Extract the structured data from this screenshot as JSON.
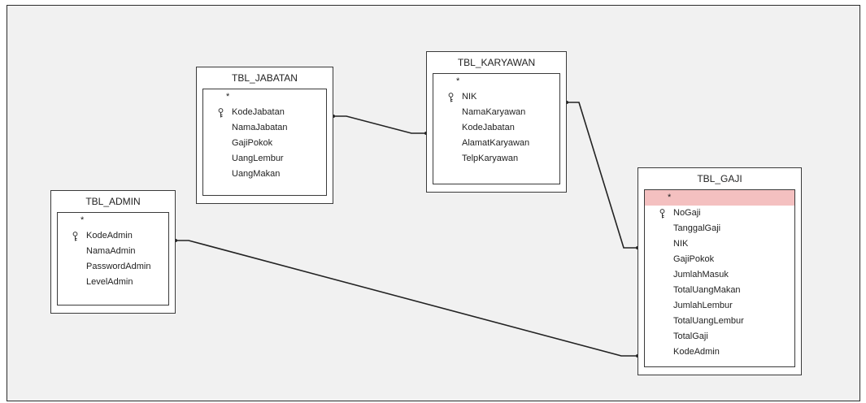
{
  "tables": {
    "jabatan": {
      "title": "TBL_JABATAN",
      "fields": [
        "*",
        "KodeJabatan",
        "NamaJabatan",
        "GajiPokok",
        "UangLembur",
        "UangMakan"
      ]
    },
    "karyawan": {
      "title": "TBL_KARYAWAN",
      "fields": [
        "*",
        "NIK",
        "NamaKaryawan",
        "KodeJabatan",
        "AlamatKaryawan",
        "TelpKaryawan"
      ]
    },
    "admin": {
      "title": "TBL_ADMIN",
      "fields": [
        "*",
        "KodeAdmin",
        "NamaAdmin",
        "PasswordAdmin",
        "LevelAdmin"
      ]
    },
    "gaji": {
      "title": "TBL_GAJI",
      "fields": [
        "*",
        "NoGaji",
        "TanggalGaji",
        "NIK",
        "GajiPokok",
        "JumlahMasuk",
        "TotalUangMakan",
        "JumlahLembur",
        "TotalUangLembur",
        "TotalGaji",
        "KodeAdmin"
      ]
    }
  },
  "icons": {
    "primary_key": "key-icon"
  },
  "colors": {
    "selected_row": "#f4c0c0",
    "line": "#222222"
  }
}
